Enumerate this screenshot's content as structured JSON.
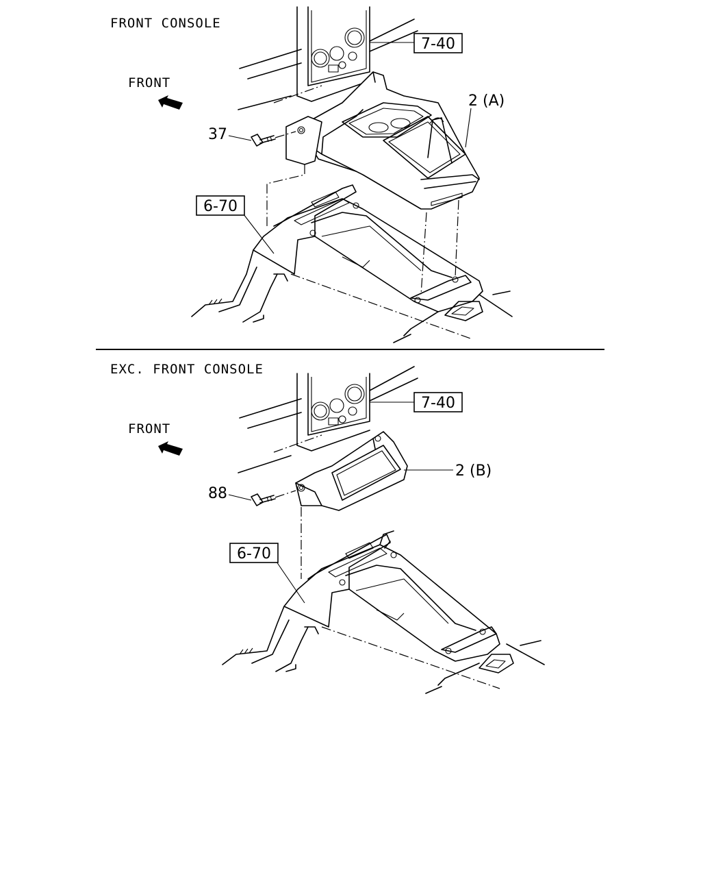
{
  "sections": [
    {
      "title": "FRONT CONSOLE",
      "front_label": "FRONT",
      "ref_top": "7-40",
      "ref_bottom": "6-70",
      "bolt_number": "37",
      "part_label": "2 (A)"
    },
    {
      "title": "EXC. FRONT CONSOLE",
      "front_label": "FRONT",
      "ref_top": "7-40",
      "ref_bottom": "6-70",
      "bolt_number": "88",
      "part_label": "2 (B)"
    }
  ]
}
